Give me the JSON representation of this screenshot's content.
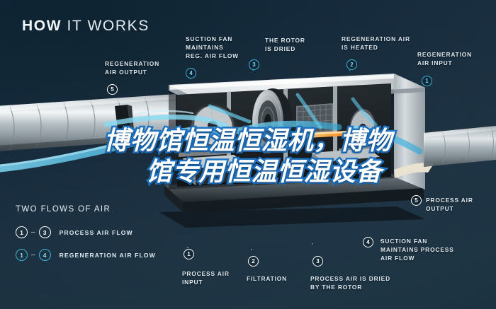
{
  "heading": {
    "bold": "HOW",
    "light": " IT WORKS"
  },
  "colors": {
    "background_dark": "#0c2230",
    "background_mid": "#1d3443",
    "accent_cyan": "#37b6e0",
    "airflow_blue": "#5ec6e8",
    "text_light": "#dde8ef",
    "overlay_fill": "#ffffff",
    "overlay_stroke": "#1f74c4"
  },
  "callouts": [
    {
      "id": "regeneration-air-output",
      "text": "REGENERATION\nAIR OUTPUT",
      "marker": "5",
      "marker_style": "white"
    },
    {
      "id": "suction-fan-reg",
      "text": "SUCTION FAN\nMAINTAINS\nREG. AIR FLOW",
      "marker": "4",
      "marker_style": "cyan"
    },
    {
      "id": "the-rotor-is-dried",
      "text": "THE ROTOR\nIS DRIED",
      "marker": "3",
      "marker_style": "cyan"
    },
    {
      "id": "regeneration-air-is-heated",
      "text": "REGENERATION AIR\nIS HEATED",
      "marker": "2",
      "marker_style": "cyan"
    },
    {
      "id": "regeneration-air-input",
      "text": "REGENERATION\nAIR INPUT",
      "marker": "1",
      "marker_style": "cyan"
    },
    {
      "id": "process-air-output",
      "text": "PROCESS AIR\nOUTPUT",
      "marker": "5",
      "marker_style": "white"
    },
    {
      "id": "suction-fan-process",
      "text": "SUCTION FAN\nMAINTAINS PROCESS\nAIR FLOW",
      "marker": "4",
      "marker_style": "white"
    },
    {
      "id": "process-air-is-dried",
      "text": "PROCESS AIR IS DRIED\nBY THE ROTOR",
      "marker": "3",
      "marker_style": "white"
    },
    {
      "id": "filtration",
      "text": "FILTRATION",
      "marker": "2",
      "marker_style": "white"
    },
    {
      "id": "process-air-input",
      "text": "PROCESS AIR\nINPUT",
      "marker": "1",
      "marker_style": "white"
    }
  ],
  "legend": {
    "title": "TWO FLOWS OF AIR",
    "rows": [
      {
        "from": "1",
        "dash": "–",
        "to": "3",
        "label": "PROCESS AIR FLOW",
        "style": "white"
      },
      {
        "from": "1",
        "dash": "–",
        "to": "4",
        "label": "REGENERATION AIR FLOW",
        "style": "cyan"
      }
    ]
  },
  "overlay": {
    "line1": "博物馆恒温恒湿机，博物",
    "line2": "馆专用恒温恒湿设备"
  }
}
